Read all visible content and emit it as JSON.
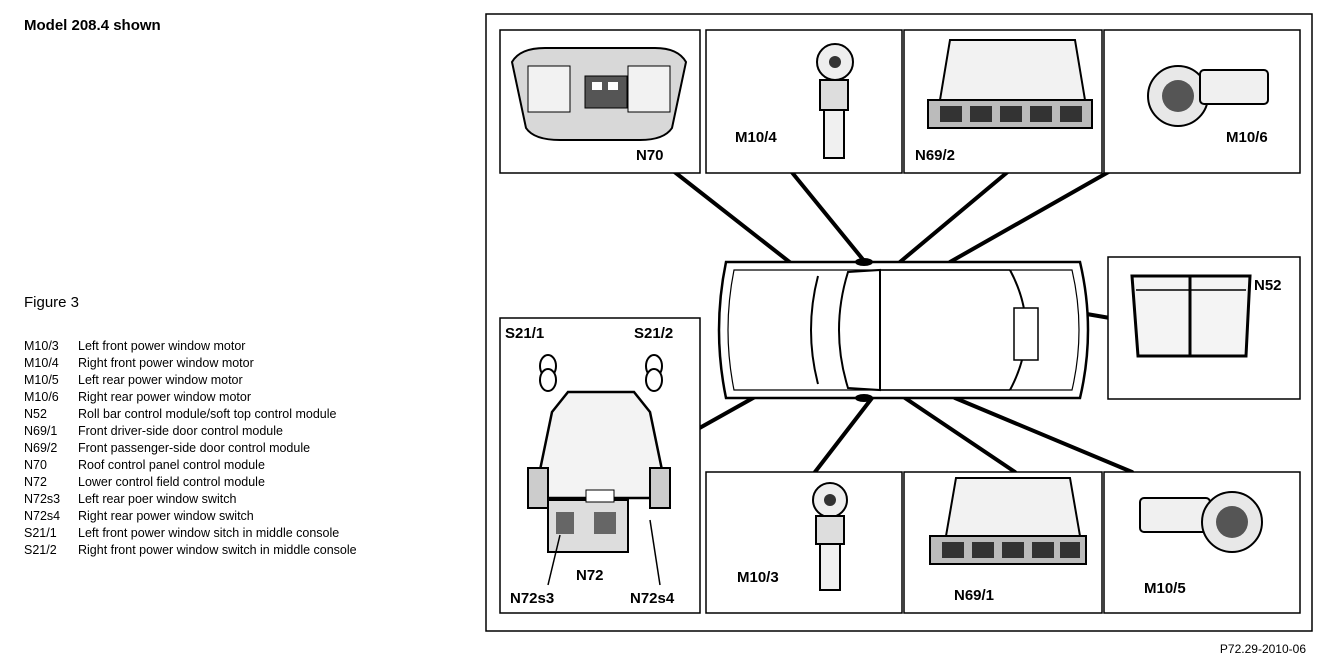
{
  "header": {
    "model_text": "Model 208.4 shown"
  },
  "figure": {
    "title": "Figure 3",
    "reference": "P72.29-2010-06"
  },
  "legend": [
    {
      "code": "M10/3",
      "desc": "Left front power window motor"
    },
    {
      "code": "M10/4",
      "desc": "Right front power window motor"
    },
    {
      "code": "M10/5",
      "desc": "Left rear power window motor"
    },
    {
      "code": "M10/6",
      "desc": "Right   rear power window motor"
    },
    {
      "code": "N52",
      "desc": "Roll bar control module/soft top control module"
    },
    {
      "code": "N69/1",
      "desc": "Front driver-side door control module"
    },
    {
      "code": "N69/2",
      "desc": "Front passenger-side door control module"
    },
    {
      "code": "N70",
      "desc": "Roof control panel control module"
    },
    {
      "code": "N72",
      "desc": "Lower control field control module"
    },
    {
      "code": "N72s3",
      "desc": "Left rear poer window switch"
    },
    {
      "code": "N72s4",
      "desc": "Right rear power window switch"
    },
    {
      "code": "S21/1",
      "desc": "Left front power window sitch in middle console"
    },
    {
      "code": "S21/2",
      "desc": "Right front power window switch in middle console"
    }
  ],
  "diagram": {
    "labels": {
      "n70": "N70",
      "m10_4": "M10/4",
      "n69_2": "N69/2",
      "m10_6": "M10/6",
      "n52": "N52",
      "s21_1": "S21/1",
      "s21_2": "S21/2",
      "n72": "N72",
      "n72s3": "N72s3",
      "n72s4": "N72s4",
      "m10_3": "M10/3",
      "n69_1": "N69/1",
      "m10_5": "M10/5"
    }
  }
}
